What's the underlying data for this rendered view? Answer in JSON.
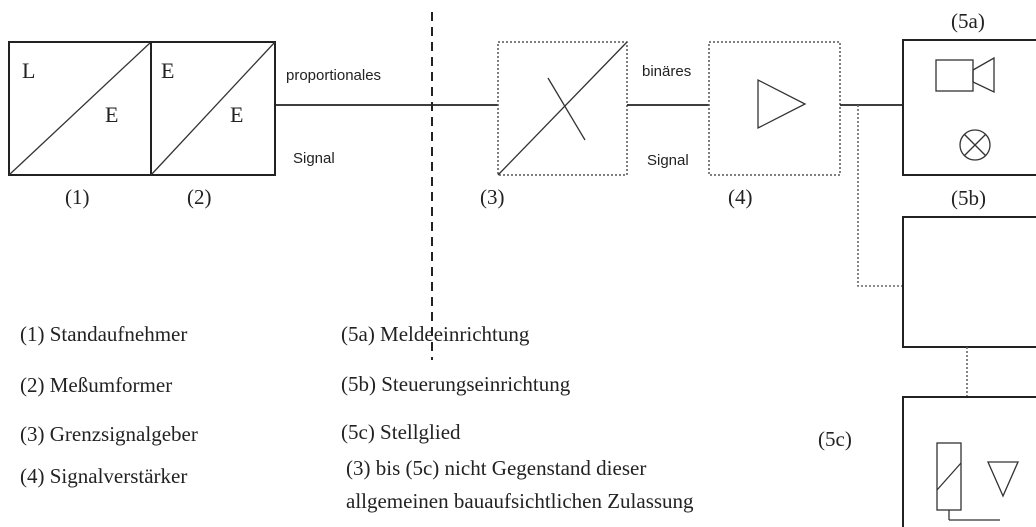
{
  "blocks": {
    "sensor": {
      "top_left": "L",
      "bottom_right": "E",
      "number": "(1)"
    },
    "transducer": {
      "top_left": "E",
      "bottom_right": "E",
      "number": "(2)"
    },
    "limit_signal": {
      "number": "(3)"
    },
    "amplifier": {
      "number": "(4)"
    },
    "signaling": {
      "number": "(5a)"
    },
    "control": {
      "number": "(5b)"
    },
    "actuator": {
      "number": "(5c)"
    }
  },
  "signal_labels": {
    "proportional_top": "proportionales",
    "proportional_bottom": "Signal",
    "binary_top": "binäres",
    "binary_bottom": "Signal"
  },
  "legend": {
    "items": [
      "(1) Standaufnehmer",
      "(2) Meßumformer",
      "(3) Grenzsignalgeber",
      "(4) Signalverstärker",
      "(5a) Meldeeinrichtung",
      "(5b) Steuerungseinrichtung",
      "(5c) Stellglied"
    ],
    "note_line1": "(3) bis (5c) nicht Gegenstand dieser",
    "note_line2": "allgemeinen bauaufsichtlichen Zulassung"
  }
}
